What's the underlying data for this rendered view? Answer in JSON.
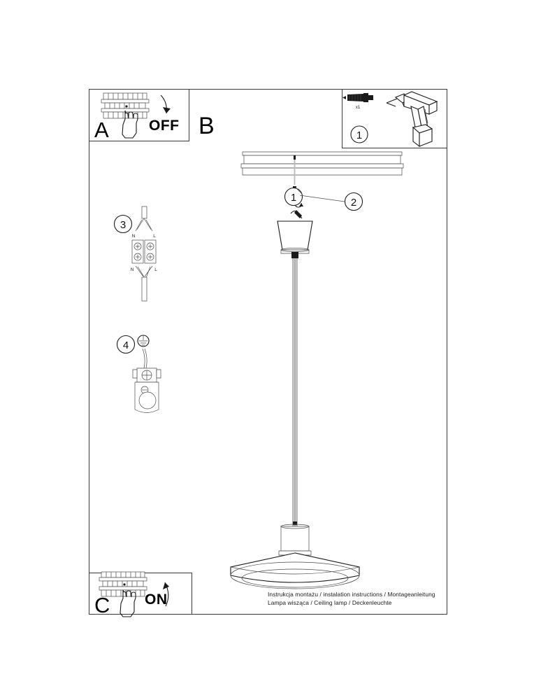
{
  "document": {
    "type": "installation-instruction-sheet",
    "caption_line1": "Instrukcja montażu / instalation instructions / Montageanleitung",
    "caption_line2": "Lampa wisząca / Ceiling lamp / Deckenleuchte"
  },
  "panels": {
    "a": {
      "letter": "A",
      "state_label": "OFF",
      "icon": "circuit-breaker-panel-hand-icon"
    },
    "b": {
      "letter": "B"
    },
    "c": {
      "letter": "C",
      "state_label": "ON",
      "icon": "circuit-breaker-panel-hand-icon"
    },
    "parts": {
      "step": "1",
      "quantity": "x1",
      "anchor_icon": "wall-anchor-icon",
      "tool_icon": "power-drill-icon"
    }
  },
  "steps": [
    {
      "number": "1",
      "target": "ceiling-hook"
    },
    {
      "number": "2",
      "target": "cable-hook-loop"
    },
    {
      "number": "3",
      "target": "terminal-block-wiring"
    },
    {
      "number": "4",
      "target": "earth-ground-connection"
    }
  ],
  "wiring": {
    "terminal_labels_top": [
      "N",
      "L"
    ],
    "terminal_labels_bottom": [
      "N",
      "L"
    ],
    "earth_symbol": "earth-ground-icon"
  },
  "product": {
    "name": "ceiling-pendant-lamp",
    "parts": [
      "ceiling-slab",
      "hook",
      "canopy-cone",
      "suspension-cable",
      "socket-housing",
      "flared-shade"
    ]
  }
}
